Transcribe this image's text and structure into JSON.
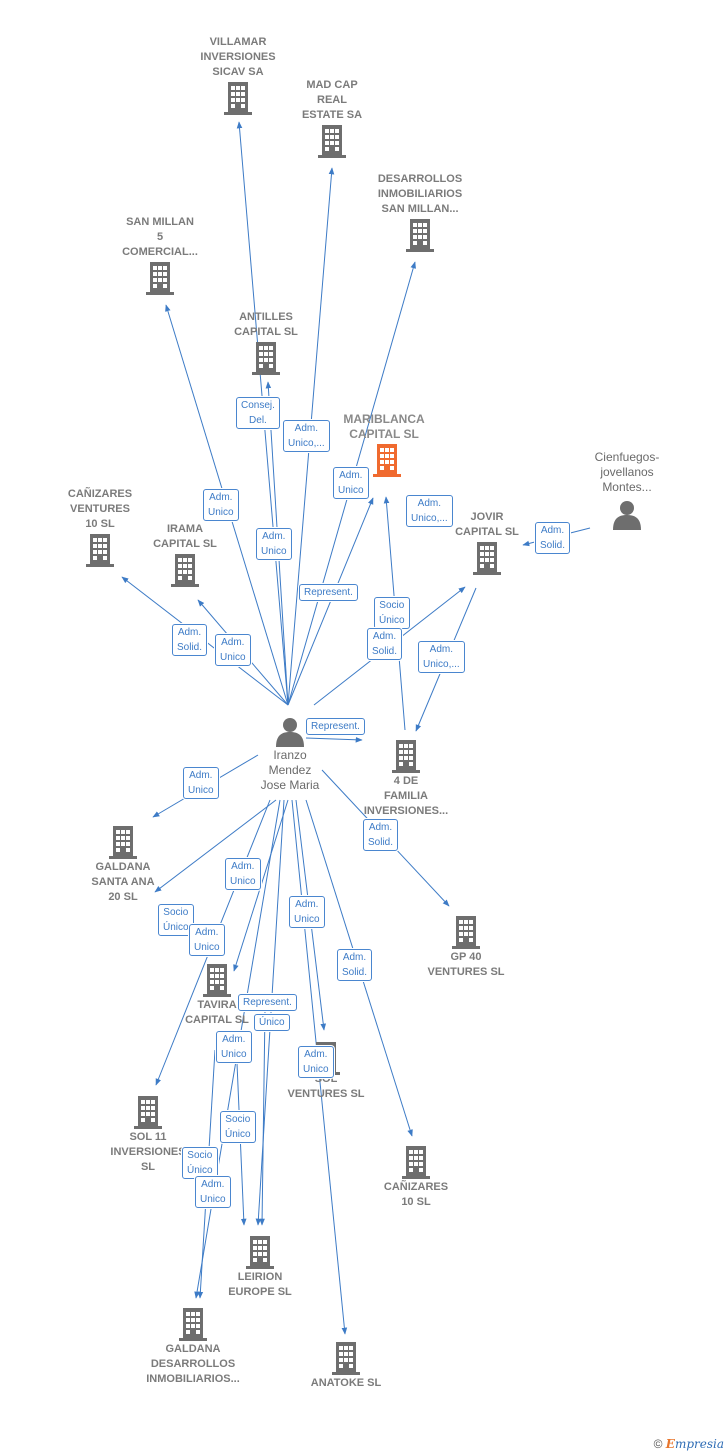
{
  "companies": [
    {
      "id": "villamar",
      "label": "VILLAMAR\nINVERSIONES\nSICAV SA"
    },
    {
      "id": "madcap",
      "label": "MAD CAP\nREAL\nESTATE SA"
    },
    {
      "id": "desarrollos",
      "label": "DESARROLLOS\nINMOBILIARIOS\nSAN MILLAN..."
    },
    {
      "id": "sanmillan",
      "label": "SAN MILLAN\n5\nCOMERCIAL..."
    },
    {
      "id": "antilles",
      "label": "ANTILLES\nCAPITAL  SL"
    },
    {
      "id": "mariblanca",
      "label": "MARIBLANCA\nCAPITAL  SL"
    },
    {
      "id": "canizares_ventures",
      "label": "CAÑIZARES\nVENTURES\n10  SL"
    },
    {
      "id": "irama",
      "label": "IRAMA\nCAPITAL  SL"
    },
    {
      "id": "jovir",
      "label": "JOVIR\nCAPITAL  SL"
    },
    {
      "id": "familia",
      "label": "4 DE\nFAMILIA\nINVERSIONES..."
    },
    {
      "id": "galdana_santa",
      "label": "GALDANA\nSANTA ANA\n20  SL"
    },
    {
      "id": "gp40",
      "label": "GP 40\nVENTURES  SL"
    },
    {
      "id": "tavira",
      "label": "TAVIRA\nCAPITAL  SL"
    },
    {
      "id": "sol_ventures",
      "label": "SOL\nVENTURES  SL"
    },
    {
      "id": "sol11",
      "label": "SOL 11\nINVERSIONES\nSL"
    },
    {
      "id": "canizares10",
      "label": "CAÑIZARES\n10  SL"
    },
    {
      "id": "leirion",
      "label": "LEIRION\nEUROPE  SL"
    },
    {
      "id": "galdana_des",
      "label": "GALDANA\nDESARROLLOS\nINMOBILIARIOS..."
    },
    {
      "id": "anatoke",
      "label": "ANATOKE  SL"
    }
  ],
  "people": [
    {
      "id": "iranzo",
      "label": "Iranzo\nMendez\nJose Maria"
    },
    {
      "id": "cienfuegos",
      "label": "Cienfuegos-\njovellanos\nMontes..."
    }
  ],
  "roles": [
    {
      "id": "r1",
      "text": "Consej.\nDel."
    },
    {
      "id": "r2",
      "text": "Adm.\nUnico,..."
    },
    {
      "id": "r3",
      "text": "Adm.\nUnico"
    },
    {
      "id": "r4",
      "text": "Adm.\nUnico,..."
    },
    {
      "id": "r5",
      "text": "Adm.\nSolid."
    },
    {
      "id": "r6",
      "text": "Adm.\nUnico"
    },
    {
      "id": "r7",
      "text": "Adm.\nUnico"
    },
    {
      "id": "r8",
      "text": "Represent."
    },
    {
      "id": "r9",
      "text": "Socio\nÚnico"
    },
    {
      "id": "r10",
      "text": "Adm.\nSolid."
    },
    {
      "id": "r11",
      "text": "Adm.\nUnico"
    },
    {
      "id": "r12",
      "text": "Adm.\nSolid."
    },
    {
      "id": "r13",
      "text": "Adm.\nUnico,..."
    },
    {
      "id": "r14",
      "text": "Represent."
    },
    {
      "id": "r15",
      "text": "Adm.\nUnico"
    },
    {
      "id": "r16",
      "text": "Adm.\nSolid."
    },
    {
      "id": "r17",
      "text": "Adm.\nUnico"
    },
    {
      "id": "r18",
      "text": "Socio\nÚnico"
    },
    {
      "id": "r19",
      "text": "Adm.\nUnico"
    },
    {
      "id": "r20",
      "text": "Adm.\nUnico"
    },
    {
      "id": "r21",
      "text": "Adm.\nSolid."
    },
    {
      "id": "r22",
      "text": "Represent."
    },
    {
      "id": "r23",
      "text": "Único"
    },
    {
      "id": "r24",
      "text": "Adm.\nUnico"
    },
    {
      "id": "r25",
      "text": "Adm.\nUnico"
    },
    {
      "id": "r26",
      "text": "Socio\nÚnico"
    },
    {
      "id": "r27",
      "text": "Socio\nÚnico"
    },
    {
      "id": "r28",
      "text": "Adm.\nUnico"
    }
  ],
  "colors": {
    "edge": "#3d7bc6",
    "building": "#6e6e6e",
    "highlight": "#f06a2f"
  },
  "footer": {
    "copyright": "©",
    "brand_first": "E",
    "brand_rest": "mpresia"
  }
}
